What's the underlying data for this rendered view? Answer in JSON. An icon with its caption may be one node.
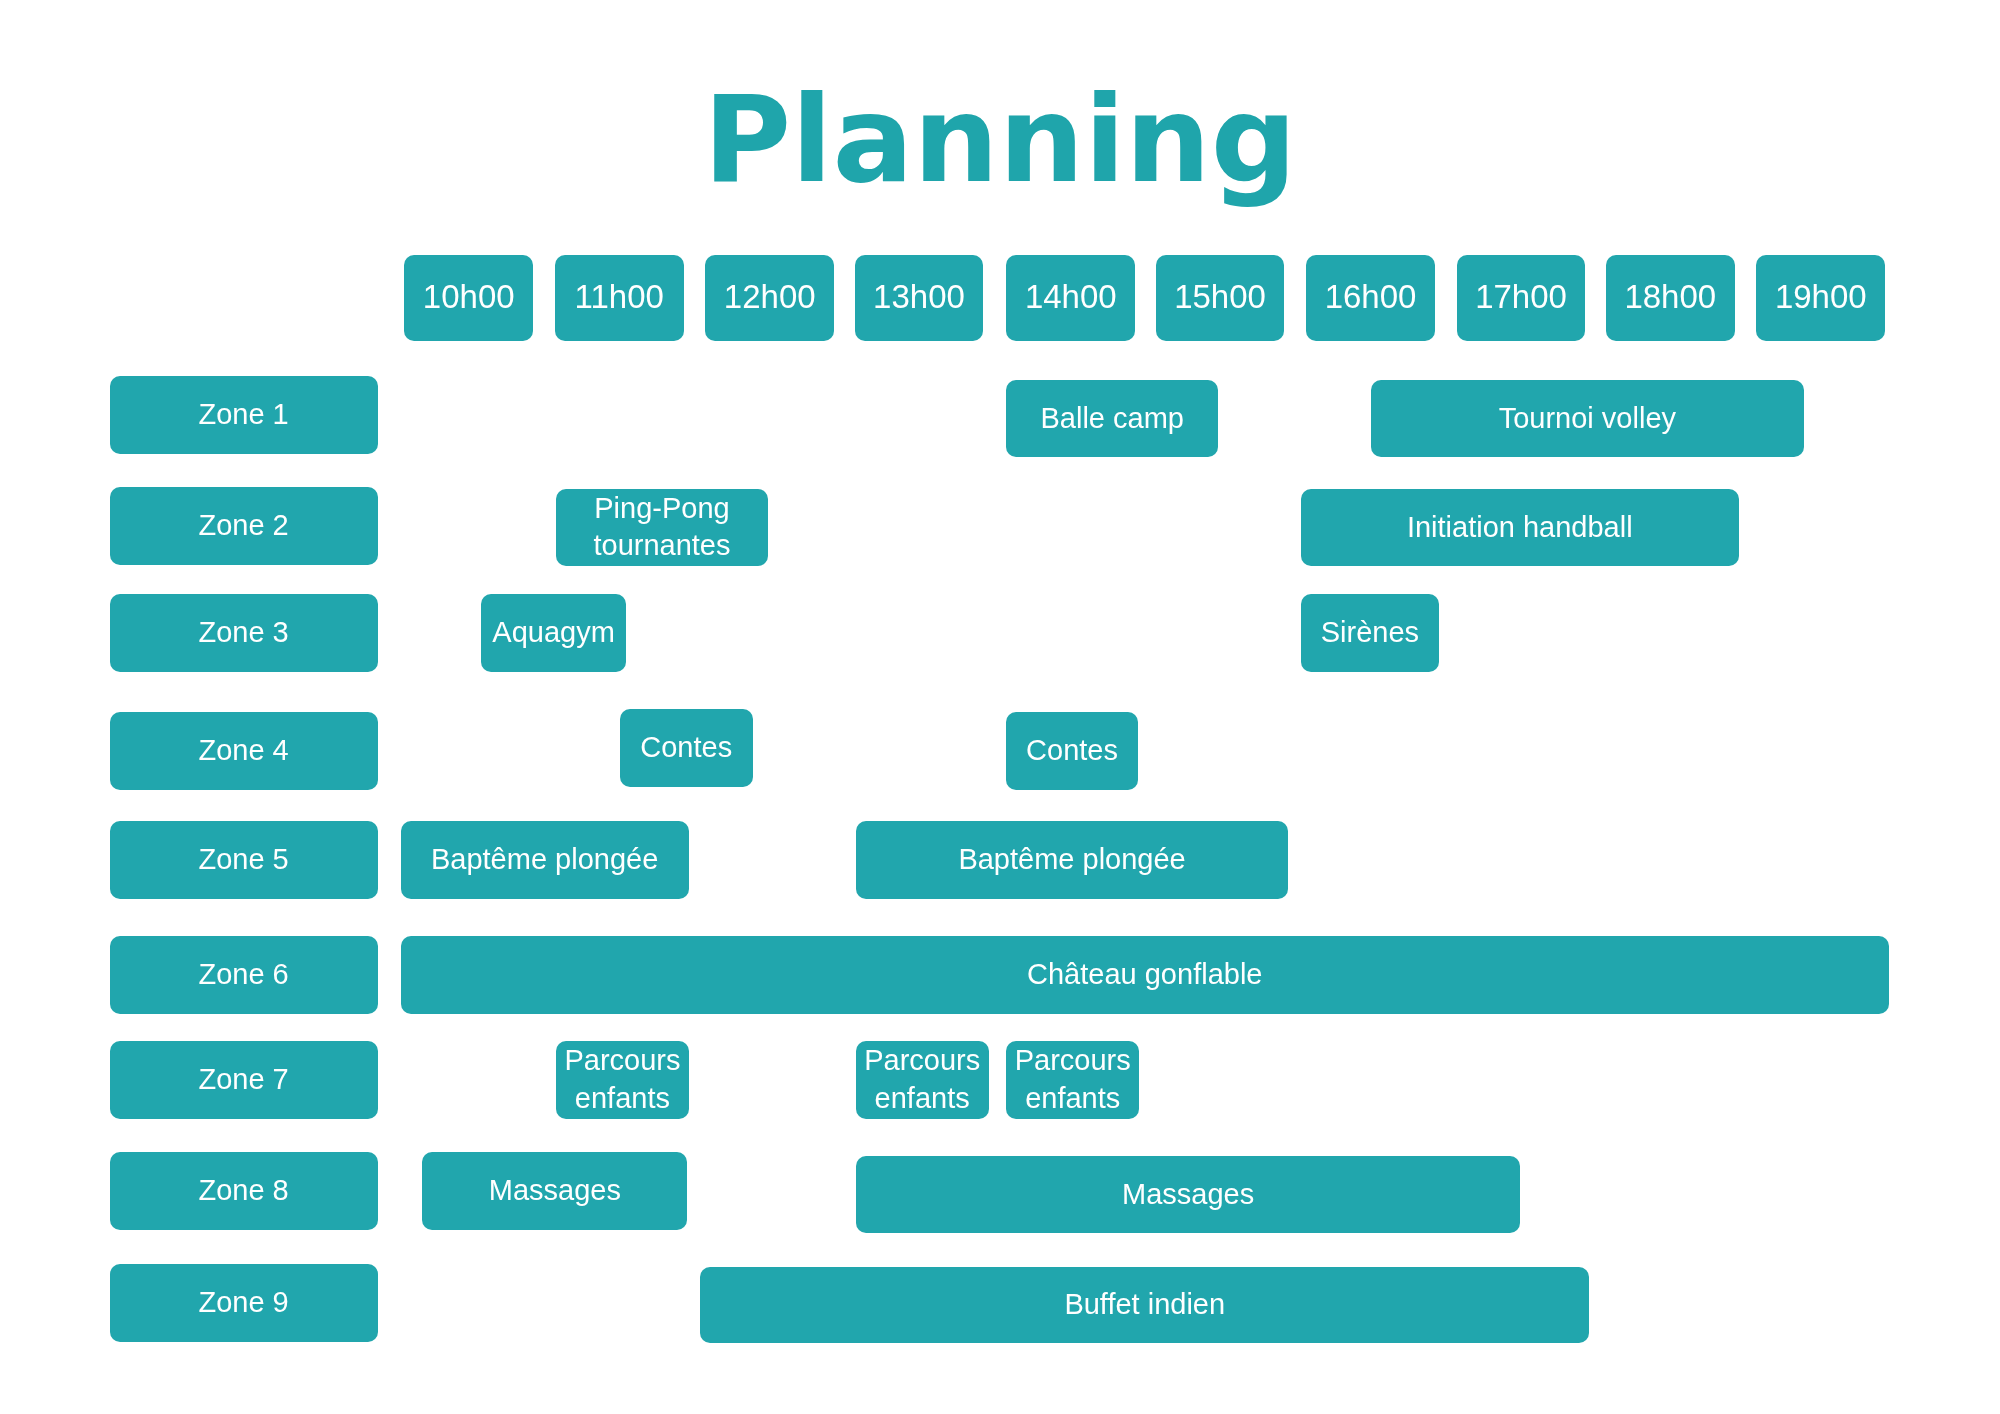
{
  "diagram": {
    "title": "Planning",
    "nodes": [
      {
        "text": [
          "10h00"
        ]
      },
      {
        "text": [
          "11h00"
        ]
      },
      {
        "text": [
          "12h00"
        ]
      },
      {
        "text": [
          "13h00"
        ]
      },
      {
        "text": [
          "14h00"
        ]
      },
      {
        "text": [
          "15h00"
        ]
      },
      {
        "text": [
          "16h00"
        ]
      },
      {
        "text": [
          "17h00"
        ]
      },
      {
        "text": [
          "18h00"
        ]
      },
      {
        "text": [
          "19h00"
        ]
      },
      {
        "text": [
          "Zone 1"
        ]
      },
      {
        "text": [
          "Balle camp"
        ]
      },
      {
        "text": [
          "Tournoi volley"
        ]
      },
      {
        "text": [
          "Zone 2"
        ]
      },
      {
        "text": [
          "Ping-Pong tournantes"
        ]
      },
      {
        "text": [
          "Initiation handball"
        ]
      },
      {
        "text": [
          "Zone 3"
        ]
      },
      {
        "text": [
          "Aquagym"
        ]
      },
      {
        "text": [
          "Sirènes"
        ]
      },
      {
        "text": [
          "Zone 4"
        ]
      },
      {
        "text": [
          "Contes"
        ]
      },
      {
        "text": [
          "Contes"
        ]
      },
      {
        "text": [
          "Zone 5"
        ]
      },
      {
        "text": [
          "Baptême plongée"
        ]
      },
      {
        "text": [
          "Baptême plongée"
        ]
      },
      {
        "text": [
          "Zone 6"
        ]
      },
      {
        "text": [
          "Château gonflable"
        ]
      },
      {
        "text": [
          "Zone 7"
        ]
      },
      {
        "text": [
          "Parcours enfants"
        ]
      },
      {
        "text": [
          "Parcours enfants"
        ]
      },
      {
        "text": [
          "Parcours enfants"
        ]
      },
      {
        "text": [
          "Zone 8"
        ]
      },
      {
        "text": [
          "Massages"
        ]
      },
      {
        "text": [
          "Massages"
        ]
      },
      {
        "text": [
          "Zone 9"
        ]
      },
      {
        "text": [
          "Buffet indien"
        ]
      }
    ]
  }
}
